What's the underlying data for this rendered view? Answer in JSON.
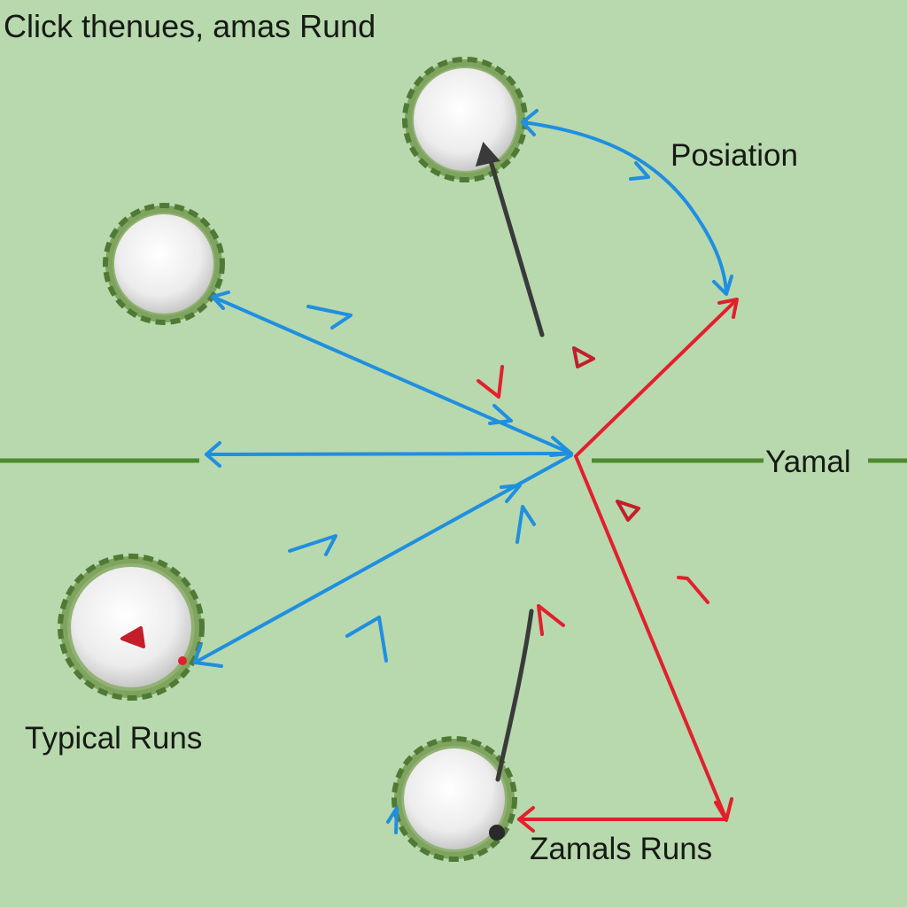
{
  "header": {
    "title": "Click thenues, amas Rund"
  },
  "labels": {
    "top_right": "Posiation",
    "field_line": "Yamal",
    "left_group": "Typical Runs",
    "bottom_group": "Zamals Runs"
  },
  "colors": {
    "background": "#b8d8ae",
    "field_line": "#4e8a2e",
    "blue_run": "#1f8fe0",
    "red_run": "#e2202c",
    "dark_arrow": "#3a3a3a",
    "node_ring": "#6f9a4e",
    "node_fill": "#eeeeee",
    "triangle_marker": "#c41e2a"
  },
  "nodes": [
    {
      "id": "node-top",
      "icon": "gear-ring-icon"
    },
    {
      "id": "node-left",
      "icon": "gear-ring-icon"
    },
    {
      "id": "node-bottom-left",
      "icon": "gear-ring-icon"
    },
    {
      "id": "node-bottom",
      "icon": "gear-ring-icon"
    }
  ]
}
